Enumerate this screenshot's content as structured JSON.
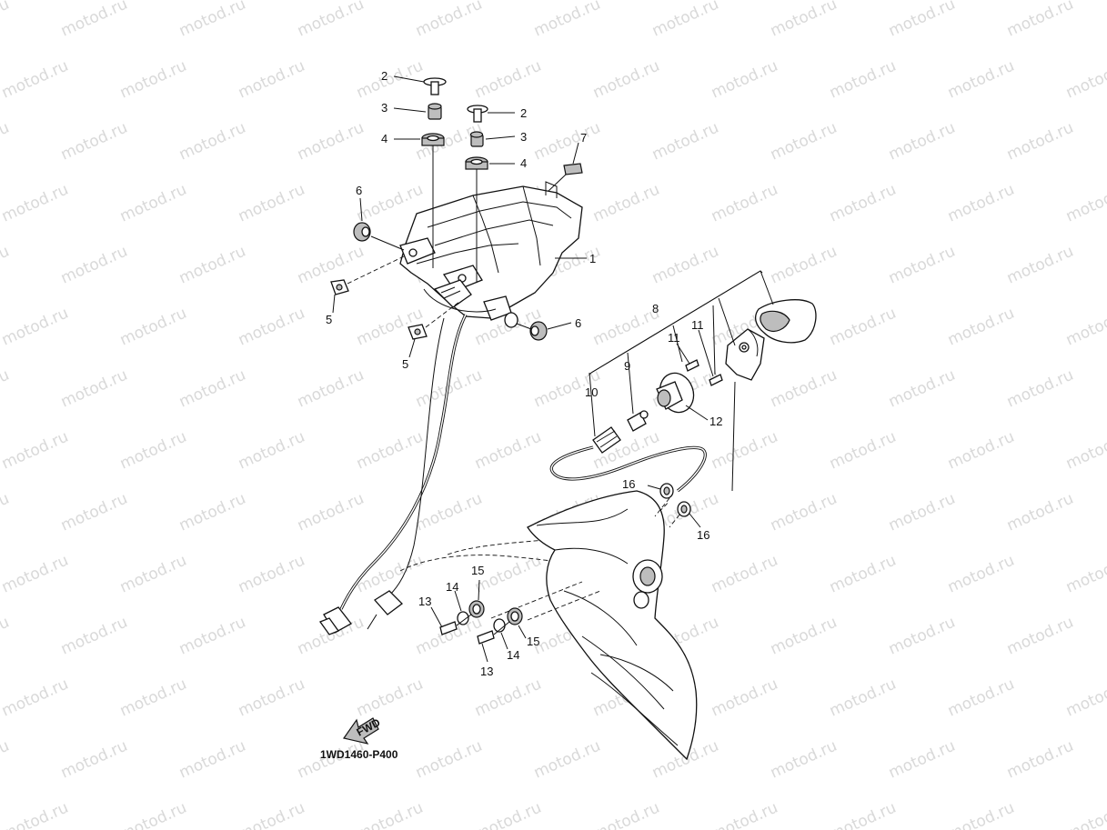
{
  "watermark": "motod.ru",
  "diagram_code": "1WD1460-P400",
  "fwd_label": "FWD",
  "callouts": [
    {
      "id": "c1",
      "label": "1"
    },
    {
      "id": "c2a",
      "label": "2"
    },
    {
      "id": "c2b",
      "label": "2"
    },
    {
      "id": "c3a",
      "label": "3"
    },
    {
      "id": "c3b",
      "label": "3"
    },
    {
      "id": "c4a",
      "label": "4"
    },
    {
      "id": "c4b",
      "label": "4"
    },
    {
      "id": "c5a",
      "label": "5"
    },
    {
      "id": "c5b",
      "label": "5"
    },
    {
      "id": "c6a",
      "label": "6"
    },
    {
      "id": "c6b",
      "label": "6"
    },
    {
      "id": "c7",
      "label": "7"
    },
    {
      "id": "c8",
      "label": "8"
    },
    {
      "id": "c9",
      "label": "9"
    },
    {
      "id": "c10",
      "label": "10"
    },
    {
      "id": "c11a",
      "label": "11"
    },
    {
      "id": "c11b",
      "label": "11"
    },
    {
      "id": "c12",
      "label": "12"
    },
    {
      "id": "c13a",
      "label": "13"
    },
    {
      "id": "c13b",
      "label": "13"
    },
    {
      "id": "c14a",
      "label": "14"
    },
    {
      "id": "c14b",
      "label": "14"
    },
    {
      "id": "c15a",
      "label": "15"
    },
    {
      "id": "c15b",
      "label": "15"
    },
    {
      "id": "c16a",
      "label": "16"
    },
    {
      "id": "c16b",
      "label": "16"
    }
  ]
}
